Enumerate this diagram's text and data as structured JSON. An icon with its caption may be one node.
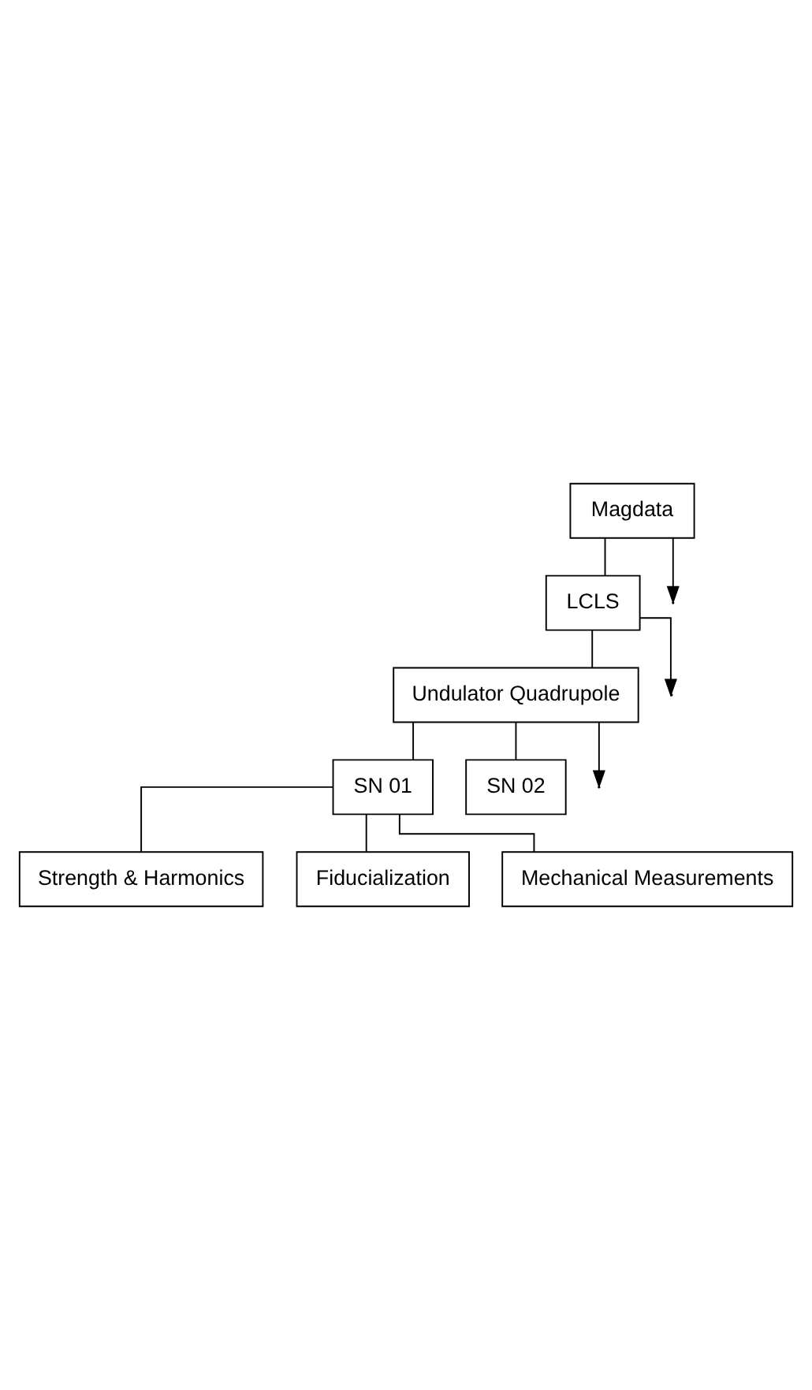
{
  "diagram": {
    "nodes": [
      {
        "text": [
          "Magdata"
        ]
      },
      {
        "text": [
          "LCLS"
        ]
      },
      {
        "text": [
          "Undulator Quadrupole"
        ]
      },
      {
        "text": [
          "SN 01"
        ]
      },
      {
        "text": [
          "Strength & Harmonics"
        ]
      },
      {
        "text": [
          "Fiducialization"
        ]
      },
      {
        "text": [
          "Mechanical Measurements"
        ]
      },
      {
        "text": [
          "SN 02"
        ]
      }
    ],
    "edges": [
      {
        "from": 0,
        "to": 1,
        "arrow": "none"
      },
      {
        "from": 0,
        "to": null,
        "arrow": "to"
      },
      {
        "from": 1,
        "to": 2,
        "arrow": "none"
      },
      {
        "from": 1,
        "to": null,
        "arrow": "to"
      },
      {
        "from": 2,
        "to": 3,
        "arrow": "none"
      },
      {
        "from": 3,
        "to": 4,
        "arrow": "none"
      },
      {
        "from": 3,
        "to": 5,
        "arrow": "none"
      },
      {
        "from": 3,
        "to": 6,
        "arrow": "none"
      },
      {
        "from": 2,
        "to": 7,
        "arrow": "none"
      },
      {
        "from": 2,
        "to": null,
        "arrow": "to"
      }
    ]
  }
}
